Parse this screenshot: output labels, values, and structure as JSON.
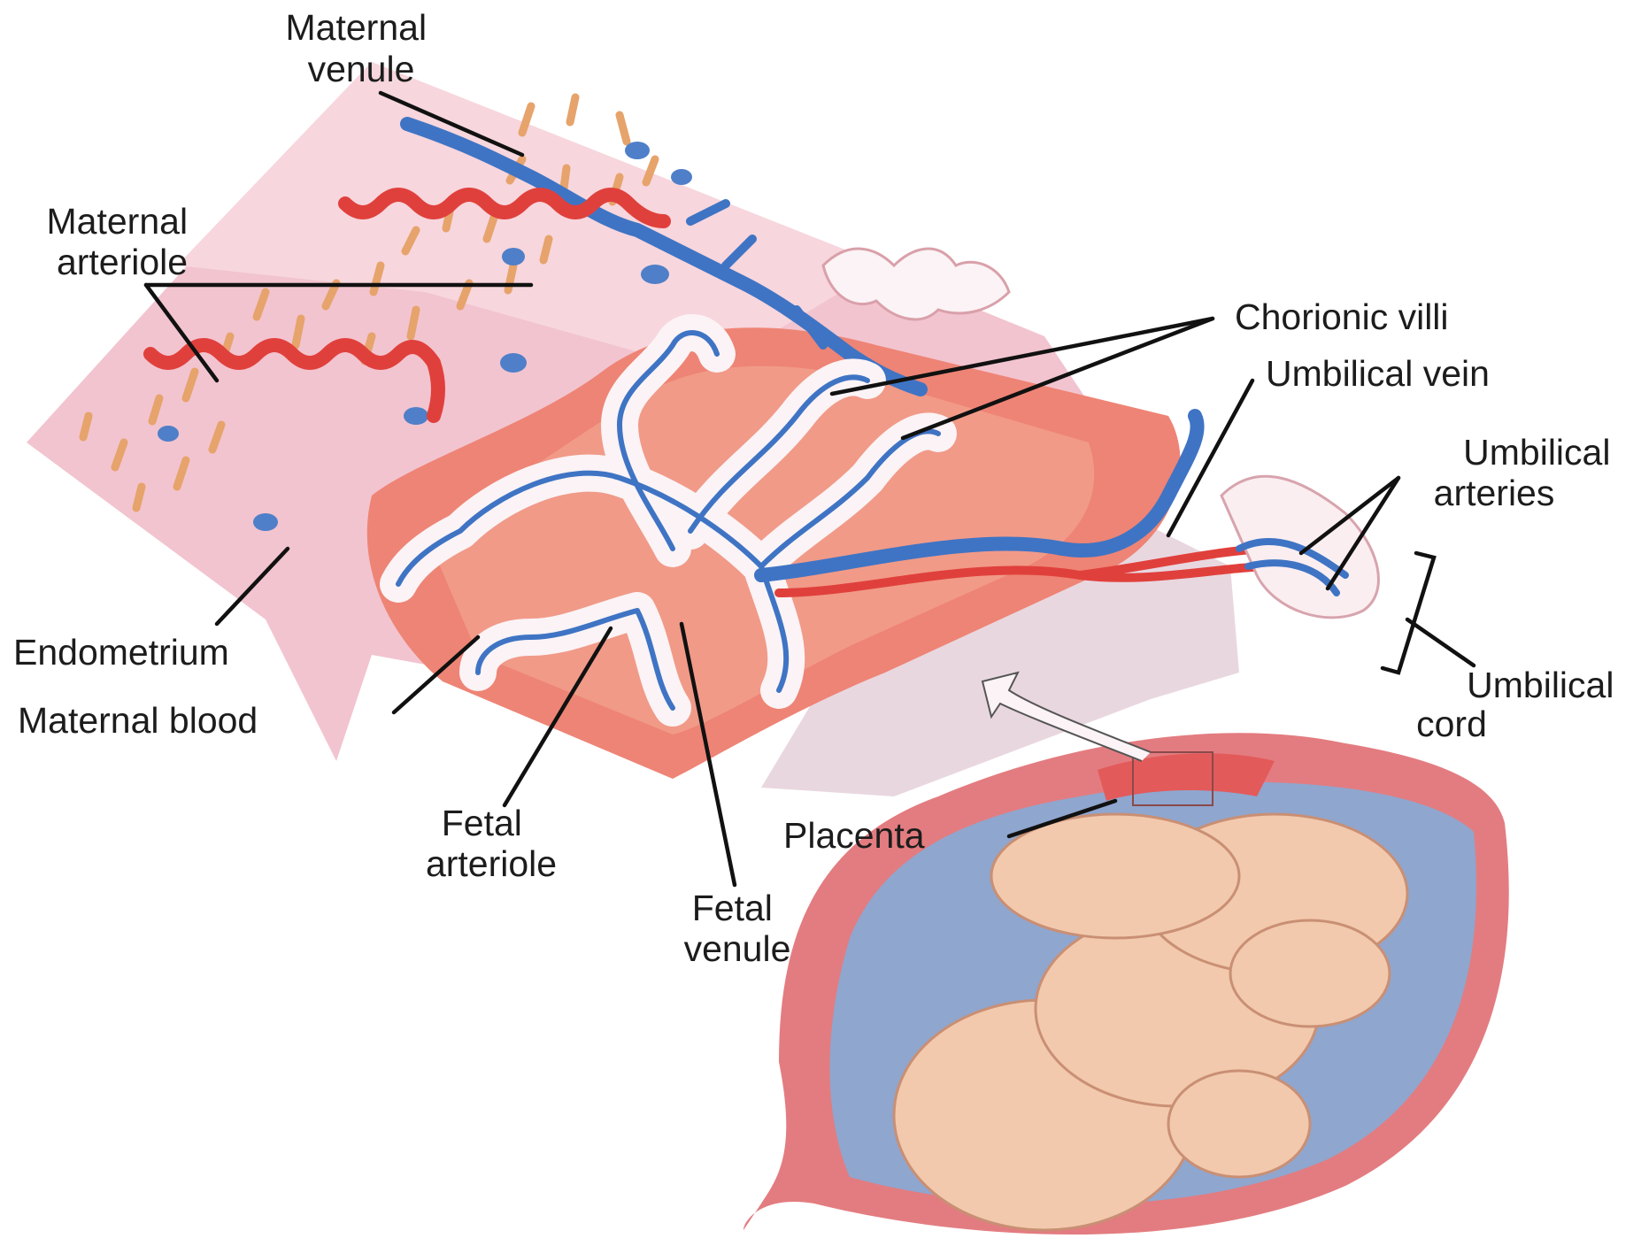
{
  "labels": {
    "maternal_venule": [
      "Maternal",
      "venule"
    ],
    "maternal_arteriole": [
      "Maternal",
      "arteriole"
    ],
    "chorionic_villi": "Chorionic villi",
    "umbilical_vein": "Umbilical vein",
    "umbilical_arteries": [
      "Umbilical",
      "arteries"
    ],
    "endometrium": "Endometrium",
    "maternal_blood": "Maternal blood",
    "fetal_arteriole": [
      "Fetal",
      "arteriole"
    ],
    "fetal_venule": [
      "Fetal",
      "venule"
    ],
    "placenta": "Placenta",
    "umbilical_cord": [
      "Umbilical",
      "cord"
    ]
  },
  "colors": {
    "endometrium_pink": "#f2c4cf",
    "maternal_blood_red": "#ee8475",
    "artery_red": "#e0403c",
    "vein_blue": "#3f74c4",
    "villi_white": "#fbf3f5",
    "fetus_skin": "#f2c9ac",
    "uterus_wall": "#e37c80"
  }
}
